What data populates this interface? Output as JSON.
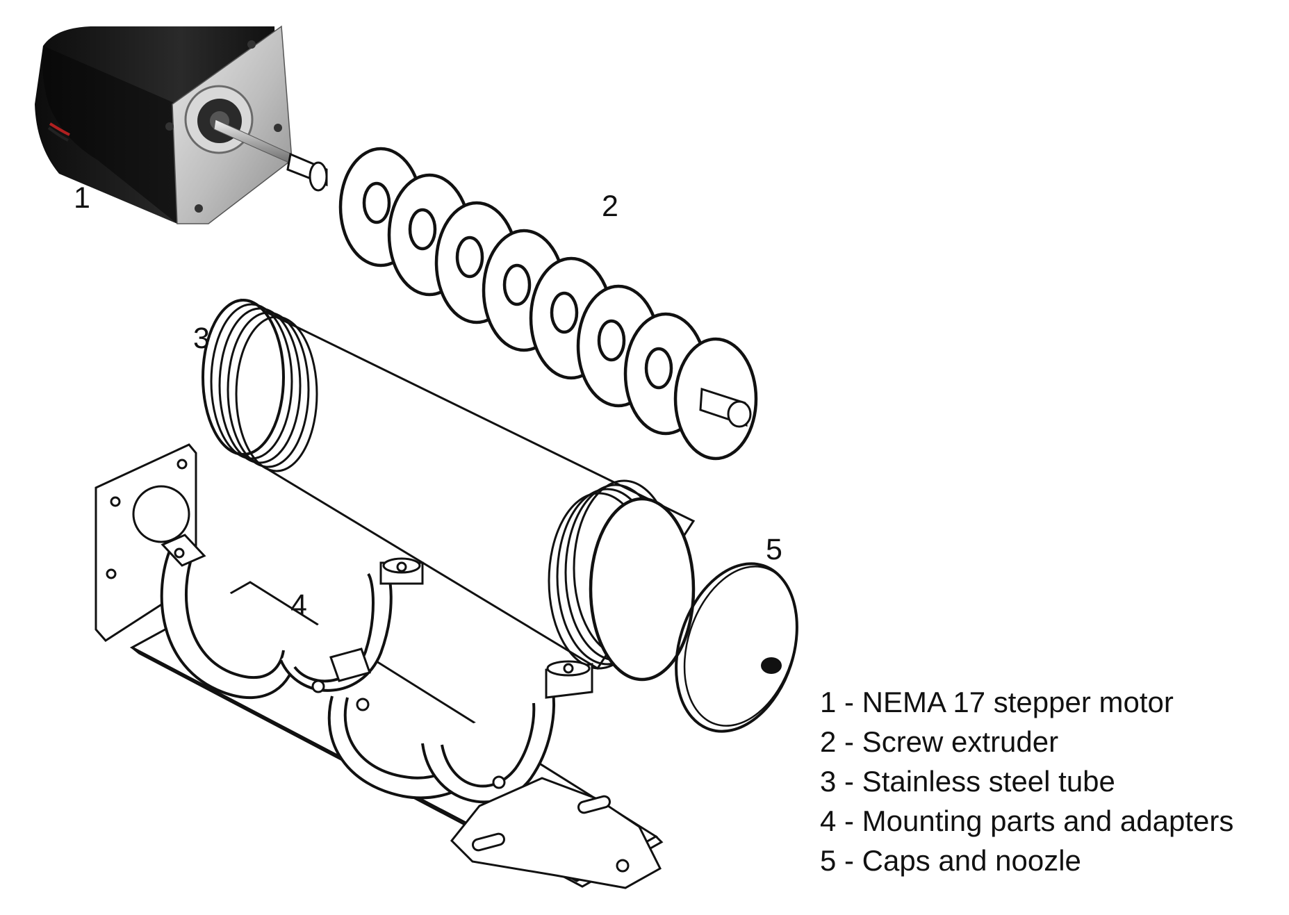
{
  "callouts": [
    "1",
    "2",
    "3",
    "4",
    "5"
  ],
  "legend": [
    "1 - NEMA 17 stepper motor",
    "2 - Screw extruder",
    "3 - Stainless steel tube",
    "4 - Mounting parts and adapters",
    "5 - Caps and noozle"
  ],
  "colors": {
    "line": "#111111",
    "fill": "#ffffff",
    "motor_body": "#1b1b1b",
    "motor_plate": "#c9c9c9"
  },
  "icons": [
    "stepper-motor",
    "auger-screw",
    "threaded-tube",
    "mounting-bracket",
    "end-cap-ring"
  ]
}
